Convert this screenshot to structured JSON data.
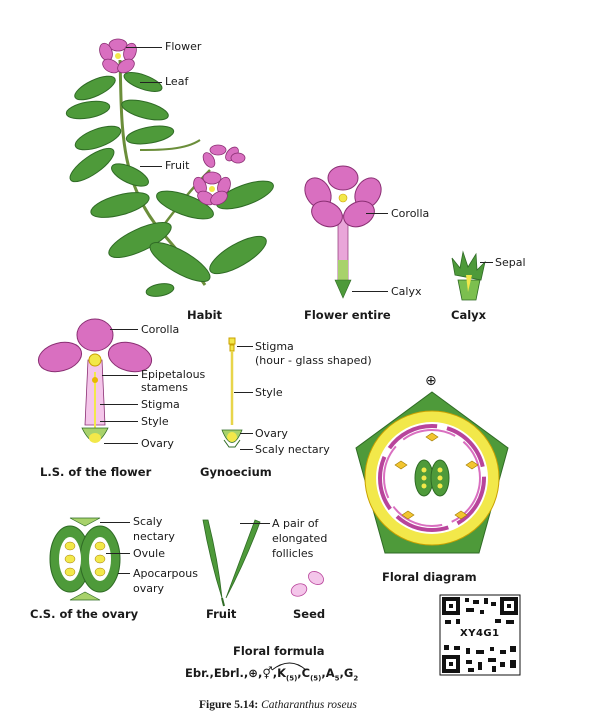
{
  "habit": {
    "labels": {
      "flower": "Flower",
      "leaf": "Leaf",
      "fruit": "Fruit"
    },
    "caption": "Habit"
  },
  "flower_entire": {
    "labels": {
      "corolla": "Corolla",
      "calyx": "Calyx"
    },
    "caption": "Flower entire"
  },
  "calyx_part": {
    "labels": {
      "sepal": "Sepal"
    },
    "caption": "Calyx"
  },
  "ls_flower": {
    "labels": {
      "corolla": "Corolla",
      "epipetalous_1": "Epipetalous",
      "epipetalous_2": "stamens",
      "stigma": "Stigma",
      "style": "Style",
      "ovary": "Ovary"
    },
    "caption": "L.S. of the flower"
  },
  "gynoecium": {
    "labels": {
      "stigma": "Stigma",
      "stigma_note": "(hour - glass shaped)",
      "style": "Style",
      "ovary": "Ovary",
      "scaly_nectary": "Scaly nectary"
    },
    "caption": "Gynoecium"
  },
  "floral_diagram": {
    "symbol": "⊕",
    "caption": "Floral diagram"
  },
  "cs_ovary": {
    "labels": {
      "scaly_1": "Scaly",
      "scaly_2": "nectary",
      "ovule": "Ovule",
      "apocarpous_1": "Apocarpous",
      "apocarpous_2": "ovary"
    },
    "caption": "C.S. of the ovary"
  },
  "fruit": {
    "labels": {
      "line1": "A pair of",
      "line2": "elongated",
      "line3": "follicles"
    },
    "caption": "Fruit"
  },
  "seed": {
    "caption": "Seed"
  },
  "floral_formula": {
    "title": "Floral formula",
    "ebr": "Ebr.,Ebrl.,",
    "actino": "⊕",
    "comma": ",",
    "bisexual": "⚥",
    "k": "K",
    "k_sub": "(5)",
    "c": "C",
    "c_sub": "(5)",
    "a": "A",
    "a_sub": "5",
    "g": "G",
    "g_sub": "2"
  },
  "qr": {
    "code": "XY4G1"
  },
  "figure_caption": {
    "number": "Figure 5.14:",
    "name": "Catharanthus roseus"
  },
  "colors": {
    "petal": "#d96fc0",
    "petal_dark": "#b8449b",
    "leaf": "#4e9a3a",
    "leaf_dark": "#2f6b25",
    "yellow": "#f2e84a",
    "tube": "#e9a6d9",
    "formula_sym": "#1a1a1a"
  }
}
